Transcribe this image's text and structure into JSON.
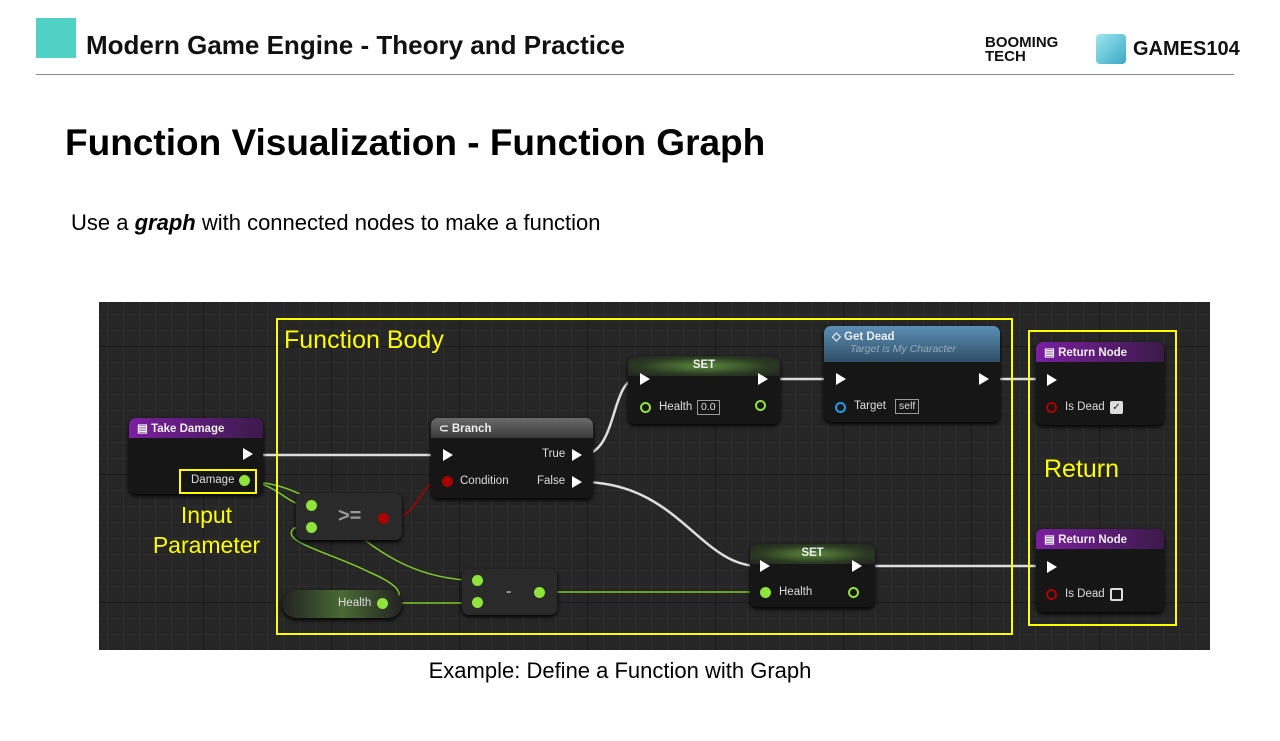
{
  "header": {
    "course_title": "Modern Game Engine - Theory and Practice",
    "brand1_line1": "BOOMING",
    "brand1_line2": "TECH",
    "brand2": "GAMES104"
  },
  "slide": {
    "title": "Function Visualization - Function Graph",
    "subtitle_pre": "Use a ",
    "subtitle_em": "graph",
    "subtitle_post": " with connected nodes to make a function",
    "caption": "Example: Define a Function with Graph"
  },
  "annotations": {
    "function_body": "Function Body",
    "input_line1": "Input",
    "input_line2": "Parameter",
    "return": "Return"
  },
  "nodes": {
    "take_damage": {
      "title": "Take Damage",
      "pin": "Damage"
    },
    "branch": {
      "title": "Branch",
      "condition": "Condition",
      "true": "True",
      "false": "False"
    },
    "compare": {
      "op": ">="
    },
    "health_get": {
      "label": "Health"
    },
    "subtract": {
      "op": "-"
    },
    "set_top": {
      "title": "SET",
      "pin": "Health",
      "value": "0.0"
    },
    "get_dead": {
      "title": "Get Dead",
      "subtitle": "Target is My Character",
      "pin": "Target",
      "value": "self"
    },
    "return_top": {
      "title": "Return Node",
      "pin": "Is Dead",
      "checked": true
    },
    "set_bottom": {
      "title": "SET",
      "pin": "Health"
    },
    "return_bottom": {
      "title": "Return Node",
      "pin": "Is Dead",
      "checked": false
    }
  },
  "colors": {
    "annotation": "#ffff00",
    "float_pin": "#8fe33a",
    "bool_pin": "#aa0000",
    "object_pin": "#1ea0e6"
  }
}
